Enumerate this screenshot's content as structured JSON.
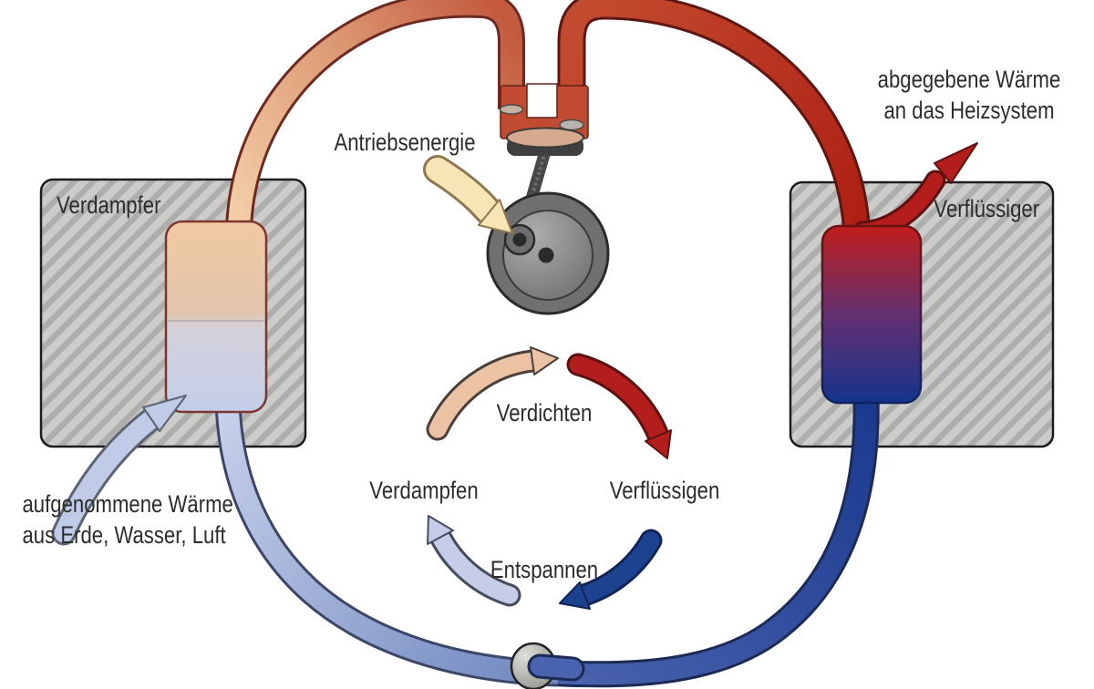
{
  "diagram": {
    "title_context": "heat pump refrigeration cycle",
    "labels": {
      "evaporator_box": "Verdampfer",
      "condenser_box": "Verflüssiger",
      "drive_energy": "Antriebsenergie",
      "heat_out_line1": "abgegebene Wärme",
      "heat_out_line2": "an das Heizsystem",
      "heat_in_line1": "aufgenommene Wärme",
      "heat_in_line2": "aus Erde, Wasser, Luft",
      "cycle_top": "Verdichten",
      "cycle_left": "Verdampfen",
      "cycle_right": "Verflüssigen",
      "cycle_bottom": "Entspannen"
    },
    "colors": {
      "hot_red": "#ae2014",
      "warm_salmon": "#c35a3e",
      "warm_peach": "#f3d0aa",
      "cold_dark_blue": "#1b3a8f",
      "cold_light_blue": "#c7d0ea",
      "cycle_red": "#b31e1c",
      "cycle_peach": "#ecc2a4",
      "cycle_blue": "#1d4390",
      "cycle_lavender": "#c5cde8",
      "drive_cream": "#f8e5b6",
      "box_gray": "#cccccb",
      "metal_gray": "#707070",
      "text": "#2c2c2c",
      "background": "#ffffff"
    }
  }
}
